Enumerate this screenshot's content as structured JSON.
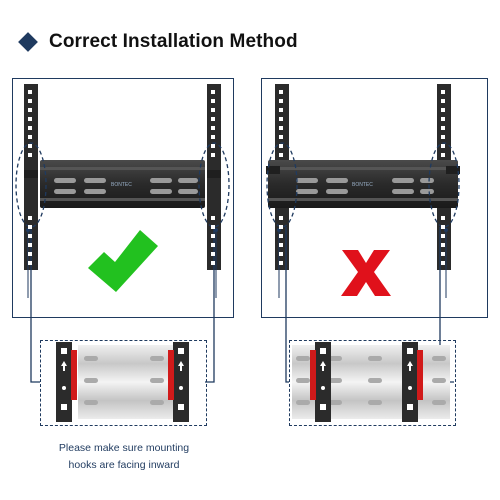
{
  "header": {
    "title": "Correct Installation Method",
    "icon": "diamond-bullet-icon"
  },
  "panels": [
    {
      "id": "correct",
      "result_icon": "green-checkmark-icon",
      "result_color": "#22c11f",
      "brand_label": "BONTEC"
    },
    {
      "id": "incorrect",
      "result_icon": "red-x-icon",
      "result_color": "#e0111b",
      "brand_label": "BONTEC"
    }
  ],
  "details": [
    {
      "id": "hooks-inward",
      "accent_color": "#d11a1a"
    },
    {
      "id": "hooks-outward",
      "accent_color": "#d11a1a"
    }
  ],
  "note": {
    "line1": "Please make sure mounting",
    "line2": "hooks are facing inward"
  },
  "colors": {
    "frame": "#1f3a5f",
    "bracket": "#2b2b2b"
  }
}
